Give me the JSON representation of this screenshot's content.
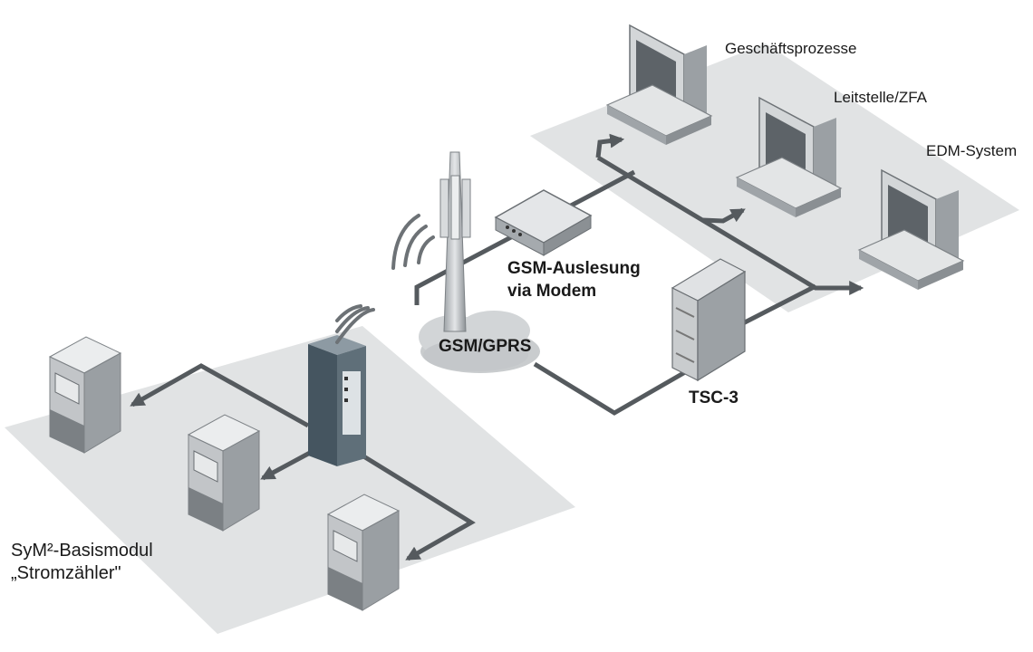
{
  "labels": {
    "business": "Geschäftsprozesse",
    "control": "Leitstelle/ZFA",
    "edm": "EDM-System",
    "modem_line1": "GSM-Auslesung",
    "modem_line2": "via Modem",
    "network": "GSM/GPRS",
    "tsc": "TSC-3",
    "module_line1": "SyM²-Basismodul",
    "module_line2": "„Stromzähler\""
  },
  "icons": [
    "computer-icon",
    "modem-icon",
    "antenna-tower-icon",
    "cloud-icon",
    "server-icon",
    "meter-icon",
    "basismodul-device-icon",
    "signal-waves-icon"
  ],
  "colors": {
    "platform": "#e1e3e4",
    "wire": "#555a5e",
    "device_light": "#d7d9db",
    "device_dark": "#8f9396",
    "module_body": "#566570"
  }
}
